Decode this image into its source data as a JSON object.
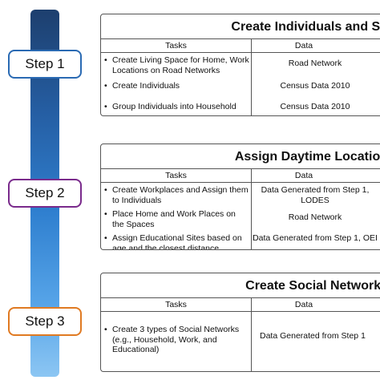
{
  "steps": [
    "Step 1",
    "Step 2",
    "Step 3"
  ],
  "headers": {
    "tasks": "Tasks",
    "data": "Data"
  },
  "panels": [
    {
      "title": "Create Individuals and Sp",
      "rows": [
        {
          "task": "Create Living Space for Home, Work Locations on Road Networks",
          "data": "Road Network"
        },
        {
          "task": "Create Individuals",
          "data": "Census Data 2010"
        },
        {
          "task": "Group Individuals into Household",
          "data": "Census Data 2010"
        }
      ]
    },
    {
      "title": "Assign Daytime Location",
      "rows": [
        {
          "task": "Create Workplaces and Assign them to Individuals",
          "data": "Data Generated from Step 1, LODES"
        },
        {
          "task": "Place Home and Work Places on the Spaces",
          "data": "Road Network"
        },
        {
          "task": "Assign Educational Sites based on age and the closest distance",
          "data": "Data Generated from Step 1, OEI"
        }
      ]
    },
    {
      "title": "Create Social Networks",
      "rows": [
        {
          "task": "Create 3 types of Social Networks (e.g., Household, Work, and Educational)",
          "data": "Data Generated from Step 1"
        }
      ]
    }
  ],
  "colors": {
    "step1": "#2a6ab3",
    "step2": "#7a2b8c",
    "step3": "#e07a22",
    "bar_top": "#1d3f6e",
    "bar_bottom": "#8cc6f3"
  }
}
